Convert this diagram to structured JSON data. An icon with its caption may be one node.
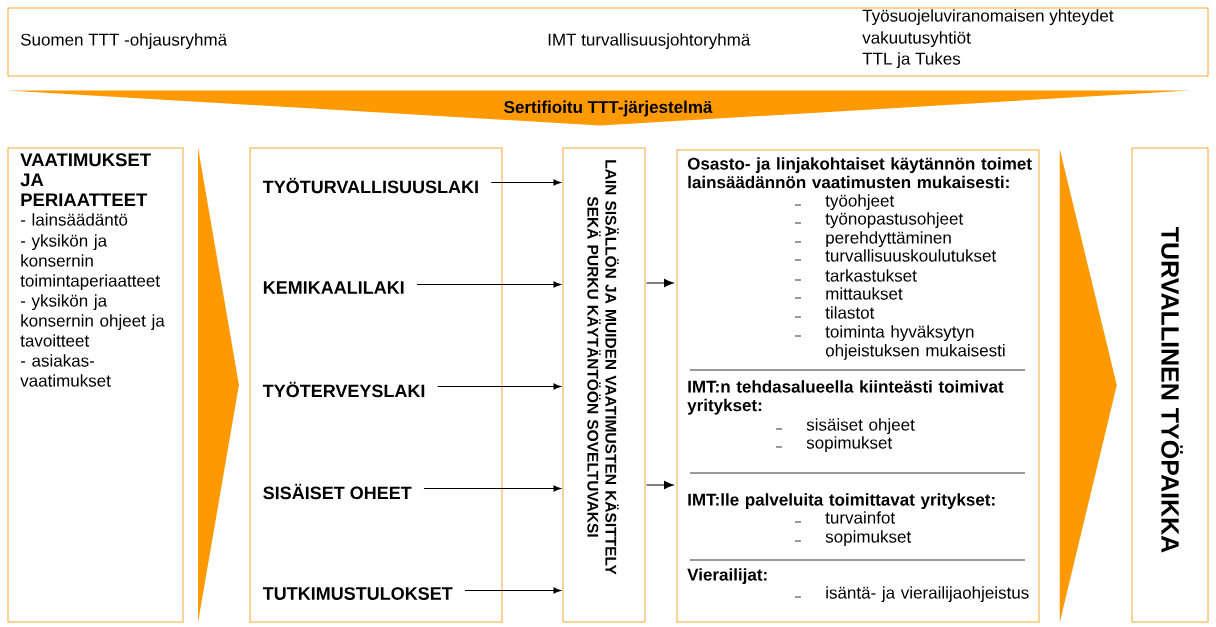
{
  "diagram": {
    "nodes": [
      {
        "text": [
          "Suomen TTT -ohjausryhmä",
          "IMT turvallisuusjohtoryhmä",
          "Työsuojeluviranomaisen yhteydet",
          "vakuutusyhtiöt",
          "TTL ja Tukes"
        ]
      },
      {
        "text": [
          "VAATIMUKSET JA PERIAATTEET",
          "- lainsäädäntö",
          "- yksikön ja konsernin toimintaperiaatteet",
          "- yksikön ja konsernin ohjeet ja tavoitteet",
          "- asiakas- vaatimukset"
        ]
      },
      {
        "text": [],
        "shape": "box"
      },
      {
        "text": [
          "TYÖTURVALLISUUSLAKI"
        ],
        "in": 2
      },
      {
        "text": [
          "KEMIKAALILAKI"
        ],
        "in": 2
      },
      {
        "text": [
          "TYÖTERVEYSLAKI"
        ],
        "in": 2
      },
      {
        "text": [
          "SISÄISET OHEET"
        ],
        "in": 2
      },
      {
        "text": [
          "TUTKIMUSTULOKSET"
        ],
        "in": 2
      },
      {
        "text": [
          "LAIN SISÄLLÖN JA MUIDEN VAATIMUSTEN KÄSITTELY SEKÄ PURKU KÄYTÄNTÖÖN SOVELTUVAKSI"
        ]
      },
      {
        "text": [
          "Osasto- ja linjakohtaiset käytännön toimet lainsäädännön vaatimusten mukaisesti:",
          "työohjeet",
          "työnopastusohjeet",
          "perehdyttäminen",
          "turvallisuuskoulutukset",
          "tarkastukset",
          "mittaukset",
          "tilastot",
          "toiminta hyväksytyn ohjeistuksen mukaisesti",
          "IMT:n tehdasalueella kiinteästi toimivat yritykset:",
          "sisäiset ohjeet",
          "sopimukset",
          "IMT:lle palveluita toimittavat yritykset:",
          "turvainfot",
          "sopimukset",
          "Vierailijat:",
          "isäntä- ja vierailijaohjeistus"
        ]
      },
      {
        "text": [
          "TURVALLINEN TYÖPAIKKA"
        ]
      }
    ],
    "edges": [
      {
        "from": 0,
        "to": 8,
        "arrow": "to",
        "label": "Sertifioitu TTT-järjestelmä",
        "style": "thick",
        "color": "#ff9900"
      },
      {
        "from": 1,
        "to": 2,
        "arrow": "to",
        "style": "thick",
        "color": "#ff9900"
      },
      {
        "from": 3,
        "to": 8,
        "arrow": "to"
      },
      {
        "from": 4,
        "to": 8,
        "arrow": "to"
      },
      {
        "from": 5,
        "to": 8,
        "arrow": "to"
      },
      {
        "from": 6,
        "to": 8,
        "arrow": "to"
      },
      {
        "from": 7,
        "to": 8,
        "arrow": "to"
      },
      {
        "from": 8,
        "to": 9,
        "arrow": "to"
      },
      {
        "from": 8,
        "to": 9,
        "arrow": "to"
      },
      {
        "from": 9,
        "to": 10,
        "arrow": "to",
        "style": "thick",
        "color": "#ff9900"
      }
    ]
  }
}
